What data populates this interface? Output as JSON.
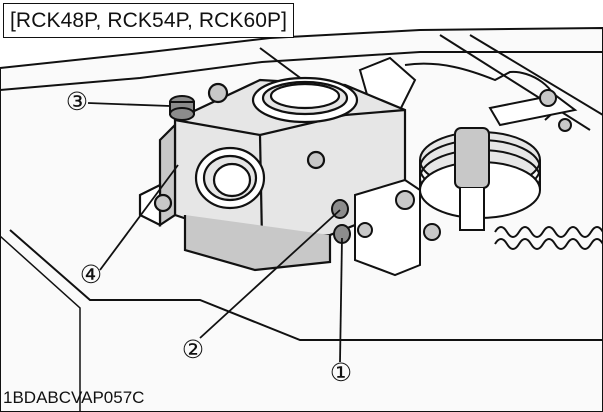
{
  "header": {
    "models_label": "[RCK48P, RCK54P, RCK60P]"
  },
  "callouts": [
    {
      "id": "callout-3",
      "label": "③"
    },
    {
      "id": "callout-4",
      "label": "④"
    },
    {
      "id": "callout-2",
      "label": "②"
    },
    {
      "id": "callout-1",
      "label": "①"
    }
  ],
  "footer": {
    "figure_code": "1BDABCVAP057C"
  },
  "colors": {
    "line": "#111111",
    "shade_light": "#e6e6e6",
    "shade_mid": "#c8c8c8",
    "shade_dark": "#8c8c8c",
    "background": "#ffffff"
  }
}
